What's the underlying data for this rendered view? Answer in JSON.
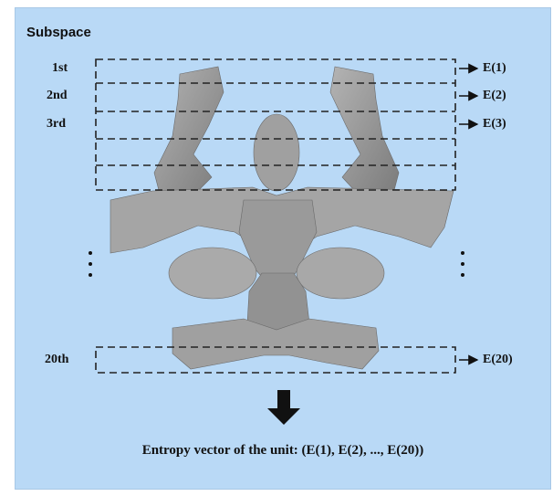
{
  "heading": "Subspace",
  "rows": [
    {
      "label": "1st",
      "output": "E(1)"
    },
    {
      "label": "2nd",
      "output": "E(2)"
    },
    {
      "label": "3rd",
      "output": "E(3)"
    },
    {
      "label": "20th",
      "output": "E(20)"
    }
  ],
  "caption": "Entropy vector of the unit: (E(1), E(2), ..., E(20))",
  "colors": {
    "background": "#b9d9f6",
    "shape_fill": "#9a9a9a",
    "shape_dark": "#6e6e6e",
    "dashes": "#222222"
  },
  "icons": [
    "down-arrow-icon",
    "right-arrow-icon",
    "vertical-ellipsis-icon"
  ]
}
